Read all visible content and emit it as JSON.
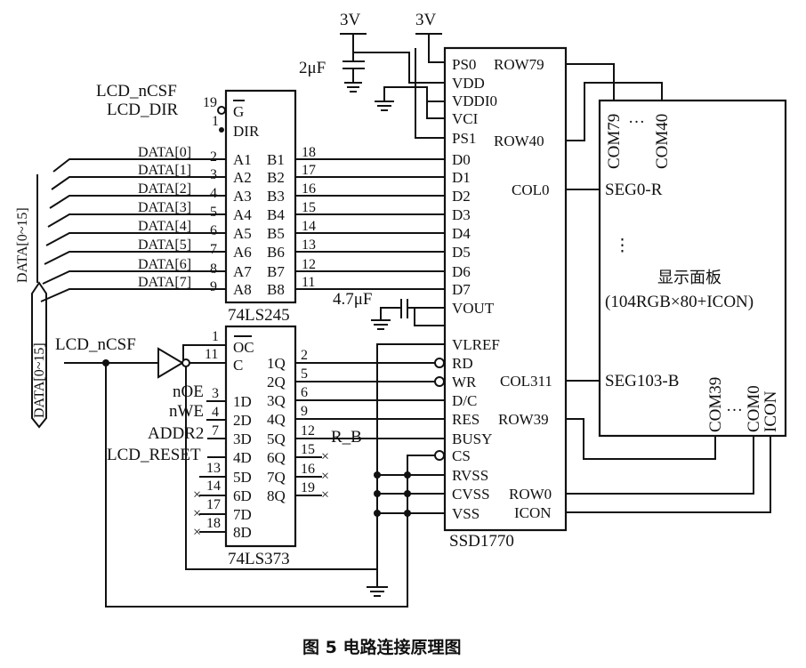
{
  "supply": {
    "left": "3V",
    "right": "3V"
  },
  "cap_2u": "2μF",
  "cap_4u7": "4.7μF",
  "ic245": {
    "name": "74LS245",
    "ctrl_labels": [
      "G",
      "DIR"
    ],
    "ctrl_pins": [
      "19",
      "1"
    ],
    "a_labels": [
      "A1",
      "A2",
      "A3",
      "A4",
      "A5",
      "A6",
      "A7",
      "A8"
    ],
    "a_pins": [
      "2",
      "3",
      "4",
      "5",
      "6",
      "7",
      "8",
      "9"
    ],
    "b_labels": [
      "B1",
      "B2",
      "B3",
      "B4",
      "B5",
      "B6",
      "B7",
      "B8"
    ],
    "b_pins": [
      "18",
      "17",
      "16",
      "15",
      "14",
      "13",
      "12",
      "11"
    ]
  },
  "ic373": {
    "name": "74LS373",
    "oc_label": "OC",
    "c_label": "C",
    "oc_pin": "1",
    "c_pin": "11",
    "d_labels": [
      "1D",
      "2D",
      "3D",
      "4D",
      "5D",
      "6D",
      "7D",
      "8D"
    ],
    "d_pins": [
      "3",
      "4",
      "7",
      "13",
      "14",
      "17",
      "18"
    ],
    "q_labels": [
      "1Q",
      "2Q",
      "3Q",
      "4Q",
      "5Q",
      "6Q",
      "7Q",
      "8Q"
    ],
    "q_pins": [
      "2",
      "5",
      "6",
      "9",
      "12",
      "15",
      "16",
      "19"
    ]
  },
  "ssd": {
    "name": "SSD1770",
    "left_pins": [
      "PS0",
      "VDD",
      "VDDI0",
      "VCI",
      "PS1",
      "D0",
      "D1",
      "D2",
      "D3",
      "D4",
      "D5",
      "D6",
      "D7",
      "VOUT",
      "VLREF",
      "RD",
      "WR",
      "D/C",
      "RES",
      "BUSY",
      "CS",
      "RVSS",
      "CVSS",
      "VSS"
    ],
    "right_pins": [
      "ROW79",
      "ROW40",
      "COL0",
      "COL311",
      "ROW39",
      "ROW0",
      "ICON"
    ]
  },
  "panel": {
    "title": "显示面板",
    "subtitle": "(104RGB×80+ICON)",
    "top_com": [
      "COM79",
      "COM40"
    ],
    "seg_top": "SEG0-R",
    "seg_bottom": "SEG103-B",
    "bottom_com": [
      "COM39",
      "COM0",
      "ICON"
    ],
    "ellipsis": "…",
    "vdots": "⋮"
  },
  "signals": {
    "lcd_ncsf": "LCD_nCSF",
    "lcd_dir": "LCD_DIR",
    "data": [
      "DATA[0]",
      "DATA[1]",
      "DATA[2]",
      "DATA[3]",
      "DATA[4]",
      "DATA[5]",
      "DATA[6]",
      "DATA[7]"
    ],
    "bus": "DATA[0~15]",
    "noe": "nOE",
    "nwe": "nWE",
    "addr2": "ADDR2",
    "lcd_reset": "LCD_RESET",
    "r_b": "R_B",
    "nc": "×"
  },
  "caption": "图 5   电路连接原理图"
}
